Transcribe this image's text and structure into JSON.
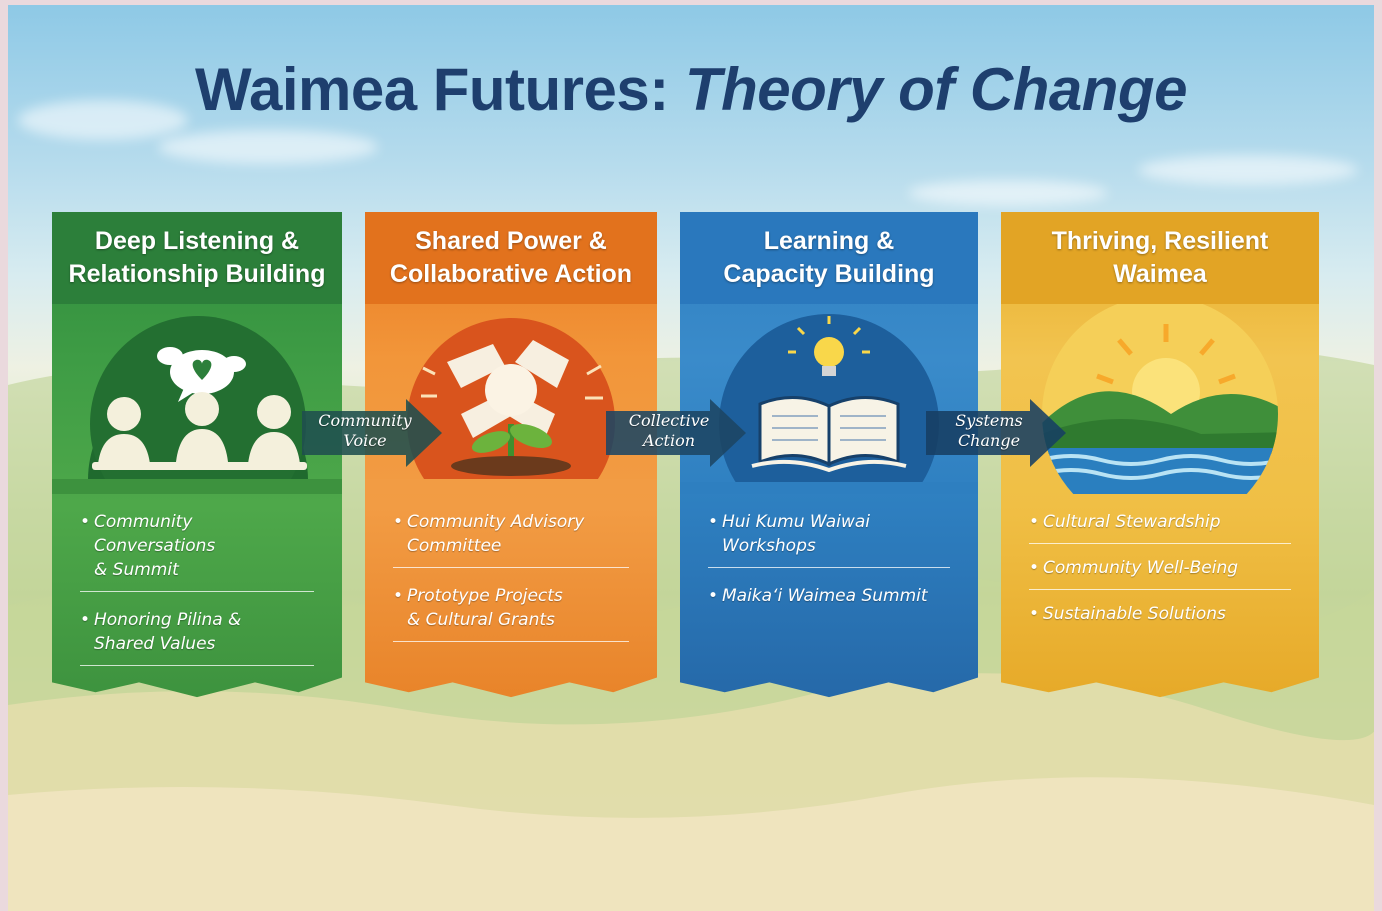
{
  "title": {
    "main": "Waimea Futures:",
    "sub": "Theory of Change"
  },
  "stages": [
    {
      "heading_line1": "Deep Listening &",
      "heading_line2": "Relationship Building",
      "items": [
        {
          "line1": "Community Conversations",
          "line2": "& Summit"
        },
        {
          "line1": "Honoring Pilina &",
          "line2": "Shared Values"
        }
      ],
      "color": "#2f8a3c",
      "icon": "community-circle-icon"
    },
    {
      "heading_line1": "Shared Power &",
      "heading_line2": "Collaborative Action",
      "items": [
        {
          "line1": "Community Advisory Committee",
          "line2": ""
        },
        {
          "line1": "Prototype Projects",
          "line2": "& Cultural Grants"
        }
      ],
      "color": "#e87a22",
      "icon": "joined-hands-sprout-icon"
    },
    {
      "heading_line1": "Learning &",
      "heading_line2": "Capacity Building",
      "items": [
        {
          "line1": "Hui Kumu Waiwai Workshops",
          "line2": ""
        },
        {
          "line1": "Maikaʻi Waimea Summit",
          "line2": ""
        }
      ],
      "color": "#2f7fc1",
      "icon": "open-book-lightbulb-icon"
    },
    {
      "heading_line1": "Thriving, Resilient",
      "heading_line2": "Waimea",
      "items": [
        {
          "line1": "Cultural Stewardship",
          "line2": ""
        },
        {
          "line1": "Community Well-Being",
          "line2": ""
        },
        {
          "line1": "Sustainable Solutions",
          "line2": ""
        }
      ],
      "color": "#e7ad2a",
      "icon": "sun-hills-water-icon"
    }
  ],
  "connectors": [
    {
      "line1": "Community",
      "line2": "Voice"
    },
    {
      "line1": "Collective",
      "line2": "Action"
    },
    {
      "line1": "Systems",
      "line2": "Change"
    }
  ]
}
